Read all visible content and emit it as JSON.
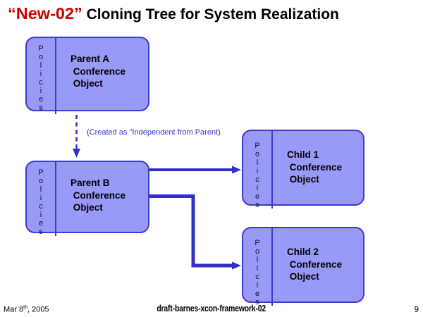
{
  "slide_title": {
    "highlight": "“New-02”",
    "rest": " Cloning Tree for System Realization"
  },
  "nodes": {
    "parent_a": {
      "vertical_label": "P\no\nl\ni\nc\ni\ne\ns",
      "label": "Parent A\n Conference\n Object"
    },
    "parent_b": {
      "vertical_label": "P\no\nl\ni\nc\ni\ne\ns",
      "label": "Parent B\n Conference\n Object"
    },
    "child_1": {
      "vertical_label": "P\no\nl\ni\nc\ni\ne\ns",
      "label": "Child 1\n Conference\n Object"
    },
    "child_2": {
      "vertical_label": "P\no\nl\ni\nc\ni\ne\ns",
      "label": "Child 2\n Conference\n Object"
    }
  },
  "annotation": "(Created as \"Independent from Parent)",
  "footer": {
    "date_prefix": "Mar 8",
    "date_superscript": "th",
    "date_suffix": ", 2005",
    "document_name": "draft-barnes-xcon-framework-02",
    "page_number": "9"
  },
  "colors": {
    "title_highlight": "#cc0000",
    "node_fill": "#9999f8",
    "node_border": "#3c3ccd",
    "arrow_blue": "#3030c8",
    "annotation_blue": "#3434cc"
  }
}
